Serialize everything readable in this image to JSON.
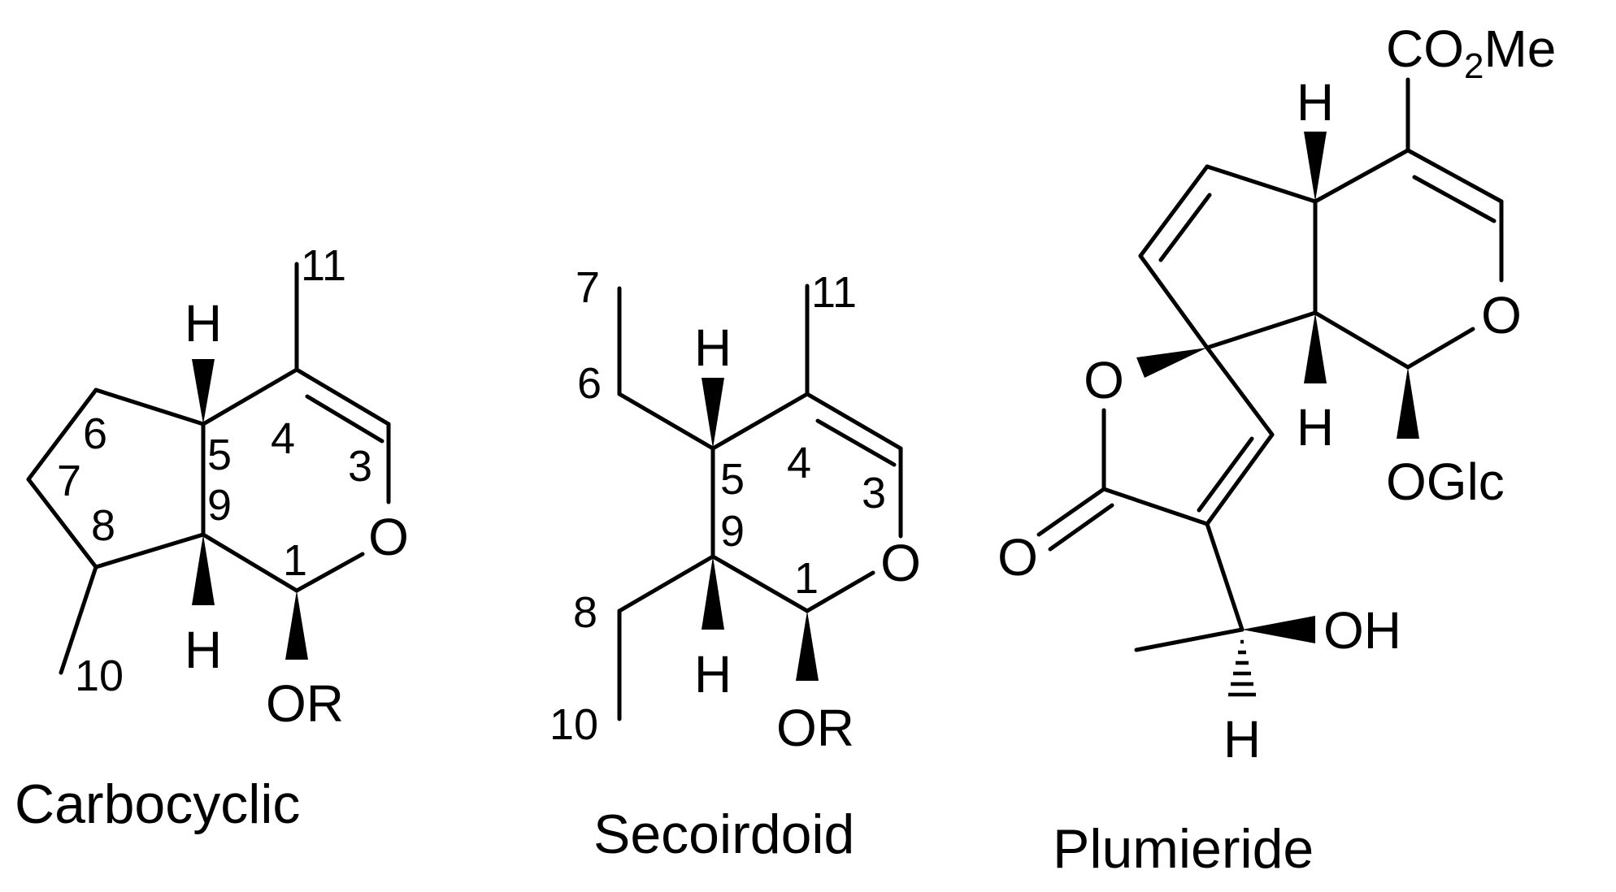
{
  "molecules": {
    "carbocyclic": {
      "name": "Carbocyclic",
      "atoms": {
        "O_ring": "O",
        "OR": "OR",
        "H_top": "H",
        "H_bottom": "H"
      },
      "numbers": {
        "n1": "1",
        "n3": "3",
        "n4": "4",
        "n5": "5",
        "n6": "6",
        "n7": "7",
        "n8": "8",
        "n9": "9",
        "n10": "10",
        "n11": "11"
      }
    },
    "secoiridoid": {
      "name": "Secoirdoid",
      "atoms": {
        "O_ring": "O",
        "OR": "OR",
        "H_top": "H",
        "H_bottom": "H"
      },
      "numbers": {
        "n1": "1",
        "n3": "3",
        "n4": "4",
        "n5": "5",
        "n6": "6",
        "n7": "7",
        "n8": "8",
        "n9": "9",
        "n10": "10",
        "n11": "11"
      }
    },
    "plumieride": {
      "name": "Plumieride",
      "atoms": {
        "ester_co": "CO",
        "ester_sub": "2",
        "ester_me": "Me",
        "H_top": "H",
        "H_mid": "H",
        "H_bottom": "H",
        "O_pyran": "O",
        "O_lactone": "O",
        "O_carbonyl": "O",
        "OGlc": "OGlc",
        "OH": "OH"
      }
    }
  }
}
